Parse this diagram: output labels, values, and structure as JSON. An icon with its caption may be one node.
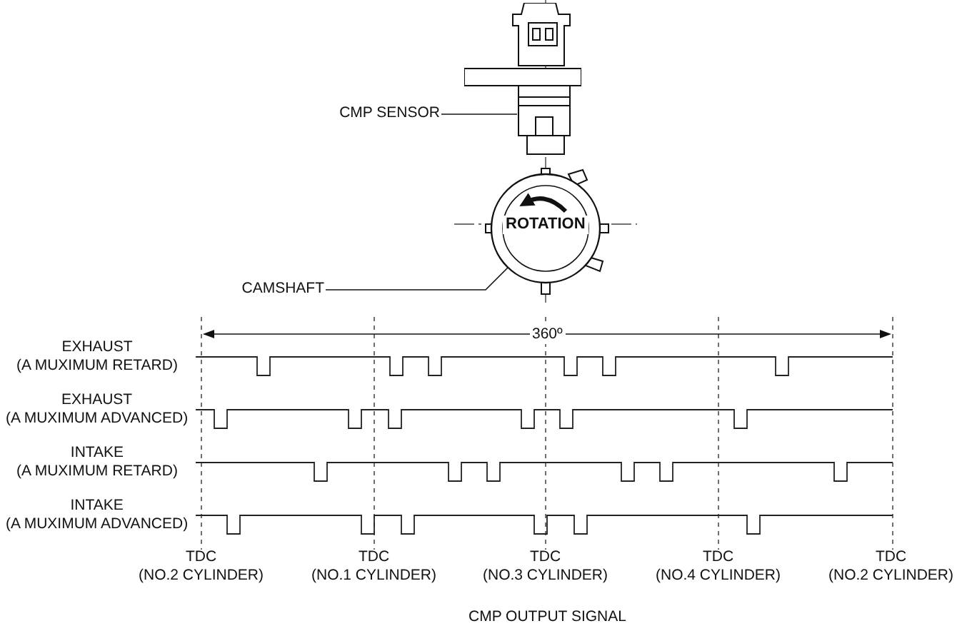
{
  "diagram": {
    "caption": "CMP OUTPUT SIGNAL",
    "nodes": [
      {
        "text": [
          "CMP SENSOR"
        ]
      },
      {
        "text": [],
        "shape": "picture"
      },
      {
        "text": [
          "CAMSHAFT"
        ]
      },
      {
        "text": [],
        "shape": "picture"
      }
    ],
    "edges": [
      {
        "from": 0,
        "to": 1,
        "arrow": "none"
      },
      {
        "from": 2,
        "to": 3,
        "arrow": "none"
      }
    ],
    "labels": [
      "ROTATION",
      "360º",
      "EXHAUST (A MUXIMUM RETARD)",
      "EXHAUST (A MUXIMUM ADVANCED)",
      "INTAKE (A MUXIMUM RETARD)",
      "INTAKE (A MUXIMUM ADVANCED)",
      "TDC (NO.2 CYLINDER)",
      "TDC (NO.1 CYLINDER)",
      "TDC (NO.3 CYLINDER)",
      "TDC (NO.4 CYLINDER)",
      "TDC (NO.2 CYLINDER)"
    ]
  }
}
